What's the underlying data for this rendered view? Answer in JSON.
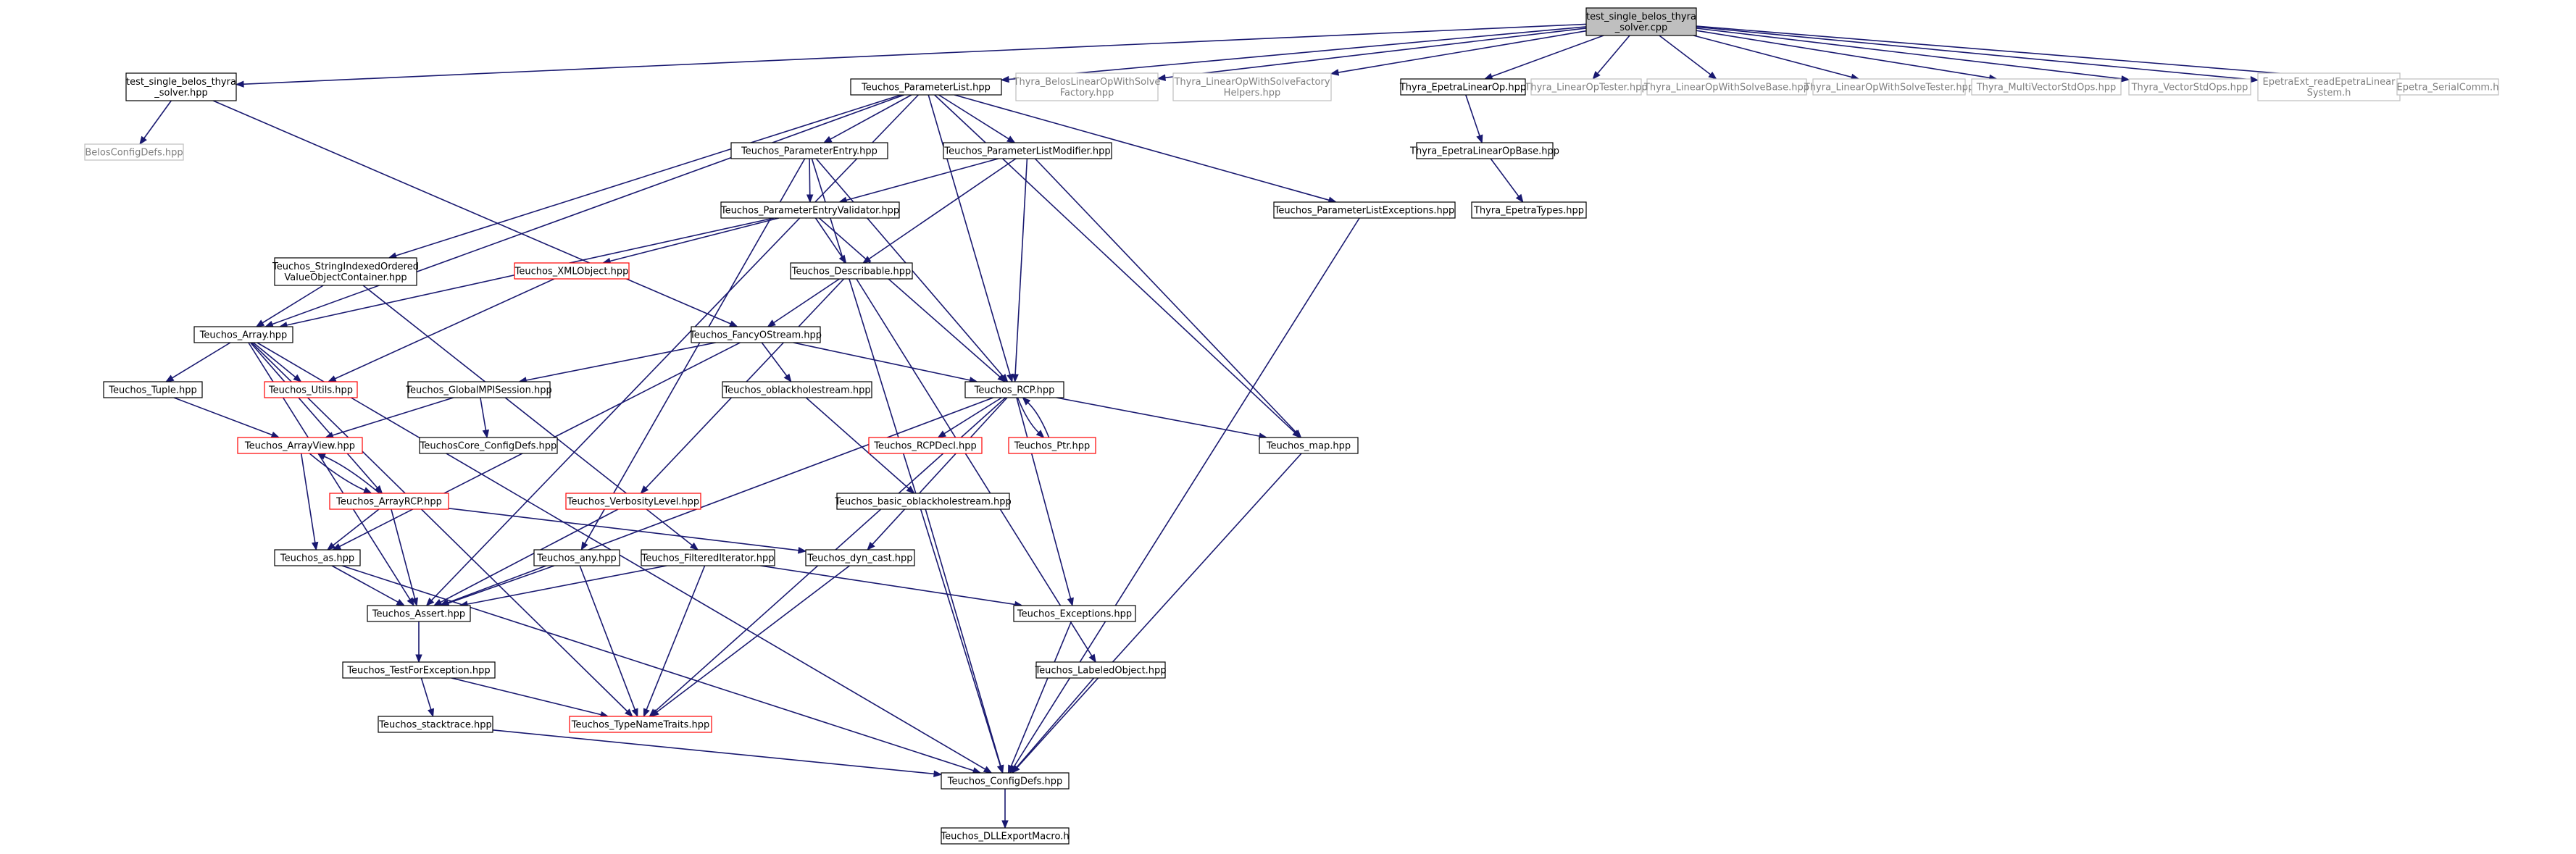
{
  "graph": {
    "colors": {
      "root_fill": "#bfbfbf",
      "normal_border": "#000000",
      "truncated_border": "#ff0000",
      "external_border": "#bfbfbf",
      "external_text": "#7f7f7f",
      "edge": "#191970"
    },
    "nodes": [
      {
        "id": "root",
        "lines": [
          "test_single_belos_thyra",
          "_solver.cpp"
        ],
        "kind": "root"
      },
      {
        "id": "tsbts_hpp",
        "lines": [
          "test_single_belos_thyra",
          "_solver.hpp"
        ],
        "kind": "normal"
      },
      {
        "id": "belos_config",
        "lines": [
          "BelosConfigDefs.hpp"
        ],
        "kind": "external"
      },
      {
        "id": "param_list",
        "lines": [
          "Teuchos_ParameterList.hpp"
        ],
        "kind": "normal"
      },
      {
        "id": "thyra_belos_factory",
        "lines": [
          "Thyra_BelosLinearOpWithSolve",
          "Factory.hpp"
        ],
        "kind": "external"
      },
      {
        "id": "thyra_lows_factory_helpers",
        "lines": [
          "Thyra_LinearOpWithSolveFactory",
          "Helpers.hpp"
        ],
        "kind": "external"
      },
      {
        "id": "thyra_epetra_linear_op",
        "lines": [
          "Thyra_EpetraLinearOp.hpp"
        ],
        "kind": "normal"
      },
      {
        "id": "thyra_linear_op_tester",
        "lines": [
          "Thyra_LinearOpTester.hpp"
        ],
        "kind": "external"
      },
      {
        "id": "thyra_lows_base",
        "lines": [
          "Thyra_LinearOpWithSolveBase.hpp"
        ],
        "kind": "external"
      },
      {
        "id": "thyra_lows_tester",
        "lines": [
          "Thyra_LinearOpWithSolveTester.hpp"
        ],
        "kind": "external"
      },
      {
        "id": "thyra_mv_std_ops",
        "lines": [
          "Thyra_MultiVectorStdOps.hpp"
        ],
        "kind": "external"
      },
      {
        "id": "thyra_v_std_ops",
        "lines": [
          "Thyra_VectorStdOps.hpp"
        ],
        "kind": "external"
      },
      {
        "id": "epetraext_read",
        "lines": [
          "EpetraExt_readEpetraLinear",
          "System.h"
        ],
        "kind": "external"
      },
      {
        "id": "epetra_serial_comm",
        "lines": [
          "Epetra_SerialComm.h"
        ],
        "kind": "external"
      },
      {
        "id": "param_entry",
        "lines": [
          "Teuchos_ParameterEntry.hpp"
        ],
        "kind": "normal"
      },
      {
        "id": "param_list_modifier",
        "lines": [
          "Teuchos_ParameterListModifier.hpp"
        ],
        "kind": "normal"
      },
      {
        "id": "thyra_epetra_linear_op_base",
        "lines": [
          "Thyra_EpetraLinearOpBase.hpp"
        ],
        "kind": "normal"
      },
      {
        "id": "param_entry_validator",
        "lines": [
          "Teuchos_ParameterEntryValidator.hpp"
        ],
        "kind": "normal"
      },
      {
        "id": "param_list_exceptions",
        "lines": [
          "Teuchos_ParameterListExceptions.hpp"
        ],
        "kind": "normal"
      },
      {
        "id": "thyra_epetra_types",
        "lines": [
          "Thyra_EpetraTypes.hpp"
        ],
        "kind": "normal"
      },
      {
        "id": "string_indexed",
        "lines": [
          "Teuchos_StringIndexedOrdered",
          "ValueObjectContainer.hpp"
        ],
        "kind": "normal"
      },
      {
        "id": "xml_object",
        "lines": [
          "Teuchos_XMLObject.hpp"
        ],
        "kind": "truncated"
      },
      {
        "id": "describable",
        "lines": [
          "Teuchos_Describable.hpp"
        ],
        "kind": "normal"
      },
      {
        "id": "array",
        "lines": [
          "Teuchos_Array.hpp"
        ],
        "kind": "normal"
      },
      {
        "id": "fancy_ostream",
        "lines": [
          "Teuchos_FancyOStream.hpp"
        ],
        "kind": "normal"
      },
      {
        "id": "tuple",
        "lines": [
          "Teuchos_Tuple.hpp"
        ],
        "kind": "normal"
      },
      {
        "id": "utils",
        "lines": [
          "Teuchos_Utils.hpp"
        ],
        "kind": "truncated"
      },
      {
        "id": "global_mpi",
        "lines": [
          "Teuchos_GlobalMPISession.hpp"
        ],
        "kind": "normal"
      },
      {
        "id": "oblackhole",
        "lines": [
          "Teuchos_oblackholestream.hpp"
        ],
        "kind": "normal"
      },
      {
        "id": "rcp",
        "lines": [
          "Teuchos_RCP.hpp"
        ],
        "kind": "normal"
      },
      {
        "id": "core_config",
        "lines": [
          "TeuchosCore_ConfigDefs.hpp"
        ],
        "kind": "normal"
      },
      {
        "id": "array_view",
        "lines": [
          "Teuchos_ArrayView.hpp"
        ],
        "kind": "truncated"
      },
      {
        "id": "rcp_decl",
        "lines": [
          "Teuchos_RCPDecl.hpp"
        ],
        "kind": "truncated"
      },
      {
        "id": "ptr",
        "lines": [
          "Teuchos_Ptr.hpp"
        ],
        "kind": "truncated"
      },
      {
        "id": "map",
        "lines": [
          "Teuchos_map.hpp"
        ],
        "kind": "normal"
      },
      {
        "id": "array_rcp",
        "lines": [
          "Teuchos_ArrayRCP.hpp"
        ],
        "kind": "truncated"
      },
      {
        "id": "verbosity",
        "lines": [
          "Teuchos_VerbosityLevel.hpp"
        ],
        "kind": "truncated"
      },
      {
        "id": "basic_oblackhole",
        "lines": [
          "Teuchos_basic_oblackholestream.hpp"
        ],
        "kind": "normal"
      },
      {
        "id": "as",
        "lines": [
          "Teuchos_as.hpp"
        ],
        "kind": "normal"
      },
      {
        "id": "any",
        "lines": [
          "Teuchos_any.hpp"
        ],
        "kind": "normal"
      },
      {
        "id": "filtered_iter",
        "lines": [
          "Teuchos_FilteredIterator.hpp"
        ],
        "kind": "normal"
      },
      {
        "id": "dyn_cast",
        "lines": [
          "Teuchos_dyn_cast.hpp"
        ],
        "kind": "normal"
      },
      {
        "id": "assert",
        "lines": [
          "Teuchos_Assert.hpp"
        ],
        "kind": "normal"
      },
      {
        "id": "exceptions",
        "lines": [
          "Teuchos_Exceptions.hpp"
        ],
        "kind": "normal"
      },
      {
        "id": "test_for_exception",
        "lines": [
          "Teuchos_TestForException.hpp"
        ],
        "kind": "normal"
      },
      {
        "id": "labeled_object",
        "lines": [
          "Teuchos_LabeledObject.hpp"
        ],
        "kind": "normal"
      },
      {
        "id": "stacktrace",
        "lines": [
          "Teuchos_stacktrace.hpp"
        ],
        "kind": "normal"
      },
      {
        "id": "type_name_traits",
        "lines": [
          "Teuchos_TypeNameTraits.hpp"
        ],
        "kind": "truncated"
      },
      {
        "id": "config_defs",
        "lines": [
          "Teuchos_ConfigDefs.hpp"
        ],
        "kind": "normal"
      },
      {
        "id": "dll_export",
        "lines": [
          "Teuchos_DLLExportMacro.h"
        ],
        "kind": "normal"
      }
    ],
    "edges": [
      [
        "root",
        "tsbts_hpp"
      ],
      [
        "root",
        "param_list"
      ],
      [
        "root",
        "thyra_belos_factory"
      ],
      [
        "root",
        "thyra_lows_factory_helpers"
      ],
      [
        "root",
        "thyra_epetra_linear_op"
      ],
      [
        "root",
        "thyra_linear_op_tester"
      ],
      [
        "root",
        "thyra_lows_base"
      ],
      [
        "root",
        "thyra_lows_tester"
      ],
      [
        "root",
        "thyra_mv_std_ops"
      ],
      [
        "root",
        "thyra_v_std_ops"
      ],
      [
        "root",
        "epetraext_read"
      ],
      [
        "root",
        "epetra_serial_comm"
      ],
      [
        "tsbts_hpp",
        "belos_config"
      ],
      [
        "tsbts_hpp",
        "fancy_ostream"
      ],
      [
        "param_list",
        "param_entry"
      ],
      [
        "param_list",
        "param_list_modifier"
      ],
      [
        "param_list",
        "param_list_exceptions"
      ],
      [
        "param_list",
        "string_indexed"
      ],
      [
        "param_list",
        "array"
      ],
      [
        "param_list",
        "assert"
      ],
      [
        "param_list",
        "rcp"
      ],
      [
        "param_list",
        "map"
      ],
      [
        "thyra_epetra_linear_op",
        "thyra_epetra_linear_op_base"
      ],
      [
        "thyra_epetra_linear_op_base",
        "thyra_epetra_types"
      ],
      [
        "param_entry",
        "param_entry_validator"
      ],
      [
        "param_entry",
        "any"
      ],
      [
        "param_entry",
        "rcp"
      ],
      [
        "param_entry",
        "config_defs"
      ],
      [
        "param_list_modifier",
        "param_entry_validator"
      ],
      [
        "param_list_modifier",
        "describable"
      ],
      [
        "param_list_modifier",
        "rcp"
      ],
      [
        "param_list_modifier",
        "map"
      ],
      [
        "param_entry_validator",
        "xml_object"
      ],
      [
        "param_entry_validator",
        "describable"
      ],
      [
        "param_entry_validator",
        "array"
      ],
      [
        "param_entry_validator",
        "rcp"
      ],
      [
        "param_list_exceptions",
        "config_defs"
      ],
      [
        "string_indexed",
        "array"
      ],
      [
        "string_indexed",
        "filtered_iter"
      ],
      [
        "xml_object",
        "utils"
      ],
      [
        "describable",
        "fancy_ostream"
      ],
      [
        "describable",
        "verbosity"
      ],
      [
        "describable",
        "labeled_object"
      ],
      [
        "array",
        "tuple"
      ],
      [
        "array",
        "utils"
      ],
      [
        "array",
        "array_rcp"
      ],
      [
        "array",
        "assert"
      ],
      [
        "array",
        "type_name_traits"
      ],
      [
        "array",
        "config_defs"
      ],
      [
        "fancy_ostream",
        "oblackhole"
      ],
      [
        "fancy_ostream",
        "global_mpi"
      ],
      [
        "fancy_ostream",
        "rcp"
      ],
      [
        "fancy_ostream",
        "as"
      ],
      [
        "tuple",
        "array_view"
      ],
      [
        "global_mpi",
        "core_config"
      ],
      [
        "global_mpi",
        "array_view"
      ],
      [
        "oblackhole",
        "basic_oblackhole"
      ],
      [
        "rcp",
        "rcp_decl"
      ],
      [
        "rcp",
        "ptr"
      ],
      [
        "rcp",
        "map"
      ],
      [
        "rcp",
        "dyn_cast"
      ],
      [
        "rcp",
        "exceptions"
      ],
      [
        "rcp",
        "assert"
      ],
      [
        "rcp",
        "type_name_traits"
      ],
      [
        "ptr",
        "rcp"
      ],
      [
        "array_view",
        "array_rcp"
      ],
      [
        "array_view",
        "as"
      ],
      [
        "array_rcp",
        "array_view"
      ],
      [
        "array_rcp",
        "as"
      ],
      [
        "array_rcp",
        "assert"
      ],
      [
        "array_rcp",
        "dyn_cast"
      ],
      [
        "verbosity",
        "assert"
      ],
      [
        "basic_oblackhole",
        "config_defs"
      ],
      [
        "as",
        "assert"
      ],
      [
        "as",
        "config_defs"
      ],
      [
        "any",
        "assert"
      ],
      [
        "any",
        "type_name_traits"
      ],
      [
        "filtered_iter",
        "assert"
      ],
      [
        "filtered_iter",
        "exceptions"
      ],
      [
        "filtered_iter",
        "type_name_traits"
      ],
      [
        "dyn_cast",
        "type_name_traits"
      ],
      [
        "assert",
        "test_for_exception"
      ],
      [
        "exceptions",
        "config_defs"
      ],
      [
        "test_for_exception",
        "stacktrace"
      ],
      [
        "test_for_exception",
        "type_name_traits"
      ],
      [
        "labeled_object",
        "config_defs"
      ],
      [
        "stacktrace",
        "config_defs"
      ],
      [
        "map",
        "config_defs"
      ],
      [
        "config_defs",
        "dll_export"
      ]
    ]
  }
}
